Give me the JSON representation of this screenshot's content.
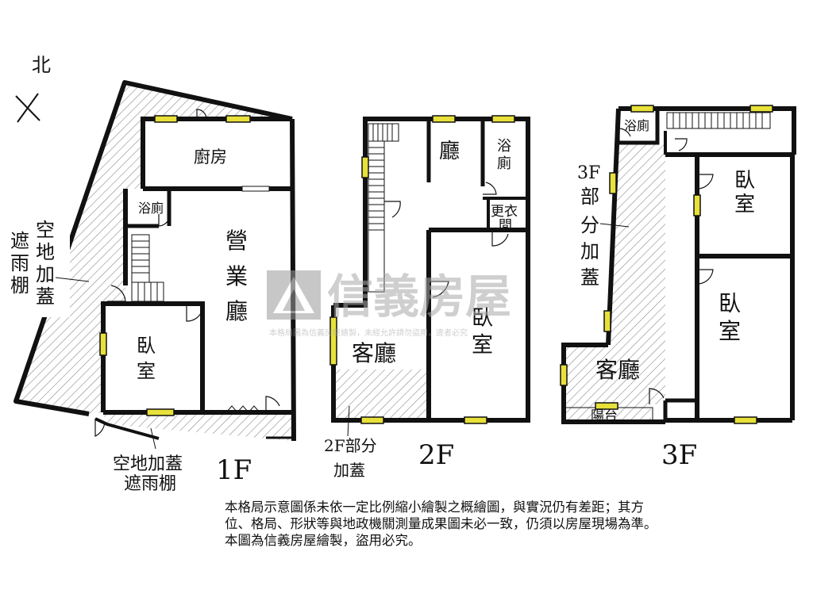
{
  "compass": {
    "label": "北"
  },
  "floor1": {
    "floor_label": "1F",
    "rooms": {
      "kitchen": "廚房",
      "bath": "浴廁",
      "business_hall": [
        "營",
        "業",
        "廳"
      ],
      "bedroom": [
        "臥",
        "室"
      ]
    },
    "annotations": {
      "rain_shelter_left_col1": [
        "空",
        "地",
        "加",
        "蓋"
      ],
      "rain_shelter_left_col2": [
        "遮",
        "雨",
        "棚"
      ],
      "rain_shelter_bottom_line1": "空地加蓋",
      "rain_shelter_bottom_line2": "遮雨棚"
    }
  },
  "floor2": {
    "floor_label": "2F",
    "rooms": {
      "hall": "廳",
      "bath": [
        "浴",
        "廁"
      ],
      "dressing_room": [
        "更衣",
        "間"
      ],
      "living_room": "客廳",
      "bedroom": [
        "臥",
        "室"
      ]
    },
    "annotations": {
      "extension_line1": "2F部分",
      "extension_line2": "加蓋"
    }
  },
  "floor3": {
    "floor_label": "3F",
    "rooms": {
      "bath": "浴廁",
      "bedroom_top": [
        "臥",
        "室"
      ],
      "bedroom_bottom": [
        "臥",
        "室"
      ],
      "living_room": "客廳",
      "balcony": "陽台"
    },
    "annotations": {
      "extension": [
        "3F",
        "部",
        "分",
        "加",
        "蓋"
      ]
    }
  },
  "watermark": {
    "brand": "信義房屋",
    "notice": "本格局圖為信義房屋繪製，未經允許請勿盜用，違者必究"
  },
  "disclaimer": {
    "line1": "本格局示意圖係未依一定比例縮小繪製之概繪圖，與實況仍有差距；其方",
    "line2": "位、格局、形狀等與地政機關測量成果圖未必一致，仍須以房屋現場為準。",
    "line3": "本圖為信義房屋繪製，盜用必究。"
  },
  "colors": {
    "wall": "#111111",
    "window": "#e8e13a",
    "hatch": "#8a8a8a",
    "watermark": "#b8b8b8"
  }
}
